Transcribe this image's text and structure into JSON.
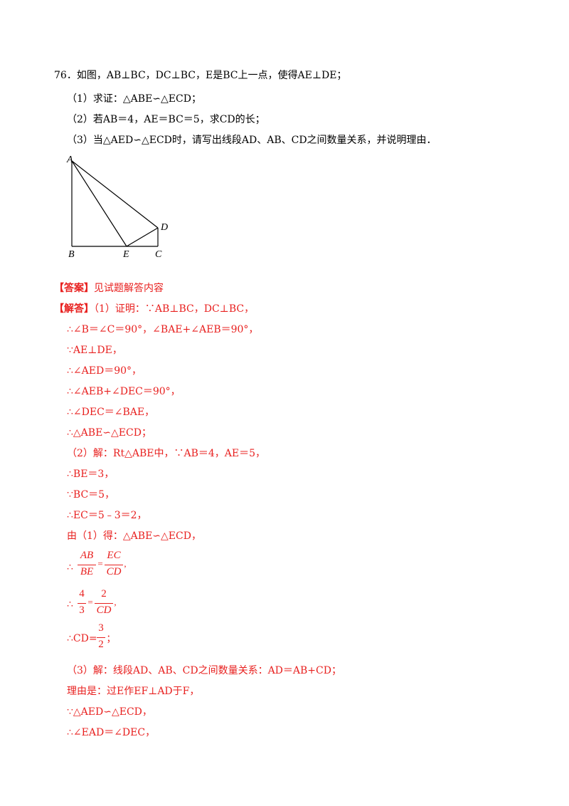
{
  "question": {
    "number": "76．",
    "stem": "如图，AB⊥BC，DC⊥BC，E是BC上一点，使得AE⊥DE；",
    "parts": [
      "（1）求证：△ABE∽△ECD；",
      "（2）若AB＝4，AE＝BC＝5，求CD的长；",
      "（3）当△AED∽△ECD时，请写出线段AD、AB、CD之间数量关系，并说明理由．"
    ]
  },
  "figure": {
    "labels": {
      "A": "A",
      "B": "B",
      "E": "E",
      "C": "C",
      "D": "D"
    }
  },
  "answer": {
    "tag": "【答案】",
    "text": "见试题解答内容"
  },
  "solution": {
    "tag": "【解答】",
    "lines": [
      "（1）证明：∵AB⊥BC，DC⊥BC，",
      "∴∠B＝∠C＝90°，∠BAE+∠AEB＝90°，",
      "∵AE⊥DE，",
      "∴∠AED＝90°，",
      "∴∠AEB+∠DEC＝90°，",
      "∴∠DEC＝∠BAE，",
      "∴△ABE∽△ECD；",
      "（2）解：Rt△ABE中，∵AB＝4，AE＝5，",
      "∴BE＝3，",
      "∵BC＝5，",
      "∴EC＝5﹣3＝2，",
      "由（1）得：△ABE∽△ECD，"
    ],
    "frac1": {
      "prefix": "∴",
      "n1": "AB",
      "d1": "BE",
      "eq": "=",
      "n2": "EC",
      "d2": "CD",
      "suffix": ","
    },
    "frac2": {
      "prefix": "∴",
      "n1": "4",
      "d1": "3",
      "eq": "=",
      "n2": "2",
      "d2": "CD",
      "suffix": ","
    },
    "frac3": {
      "prefix": "∴CD=",
      "n1": "3",
      "d1": "2",
      "suffix": "；"
    },
    "lines2": [
      "（3）解：线段AD、AB、CD之间数量关系：AD＝AB+CD；",
      "理由是：过E作EF⊥AD于F，",
      "∵△AED∽△ECD，",
      "∴∠EAD＝∠DEC，"
    ]
  }
}
